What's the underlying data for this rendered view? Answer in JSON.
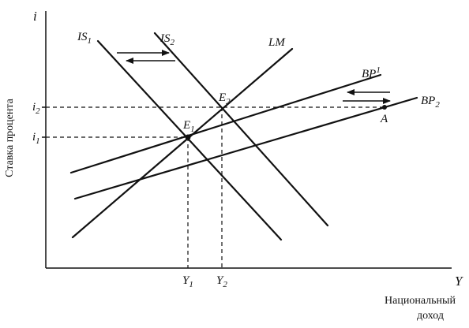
{
  "axes": {
    "y_symbol": "i",
    "x_symbol": "Y",
    "y_title": "Ставка процента",
    "x_title_line1": "Национальный",
    "x_title_line2": "доход"
  },
  "curves": {
    "is1": {
      "main": "IS",
      "sub": "1"
    },
    "is2": {
      "main": "IS",
      "sub": "2"
    },
    "lm": {
      "main": "LM",
      "sub": ""
    },
    "bp1": {
      "main": "BP",
      "sub": "1"
    },
    "bp2": {
      "main": "BP",
      "sub": "2"
    }
  },
  "points": {
    "e1": {
      "main": "E",
      "sub": "1"
    },
    "e2": {
      "main": "E",
      "sub": "2"
    },
    "a": {
      "main": "A",
      "sub": ""
    }
  },
  "ticks": {
    "i1": {
      "main": "i",
      "sub": "1"
    },
    "i2": {
      "main": "i",
      "sub": "2"
    },
    "y1": {
      "main": "Y",
      "sub": "1"
    },
    "y2": {
      "main": "Y",
      "sub": "2"
    }
  }
}
